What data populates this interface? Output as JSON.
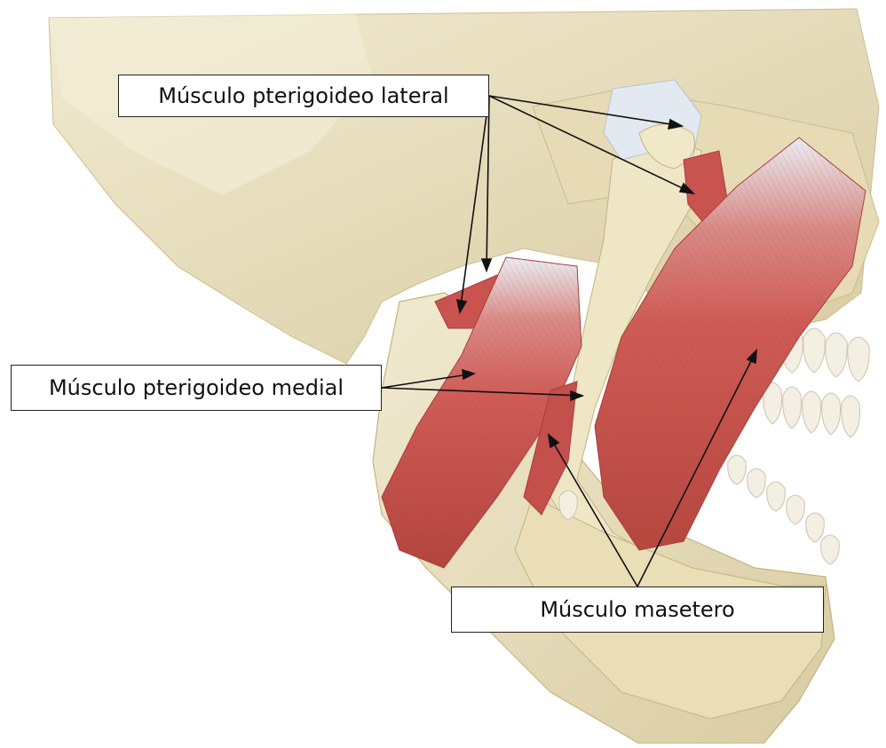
{
  "figure": {
    "subject": "jaw-muscles-anatomy",
    "labels": {
      "lateral": "Músculo pterigoideo lateral",
      "medial": "Músculo pterigoideo medial",
      "masetero": "Músculo masetero"
    }
  },
  "colors": {
    "bone": "#ece3c0",
    "bone_shadow": "#d4c79d",
    "muscle": "#cf5b55",
    "muscle_dark": "#a63f3c",
    "tendon": "#e6ecf2",
    "teeth": "#f3eee2",
    "arrow": "#111111"
  }
}
